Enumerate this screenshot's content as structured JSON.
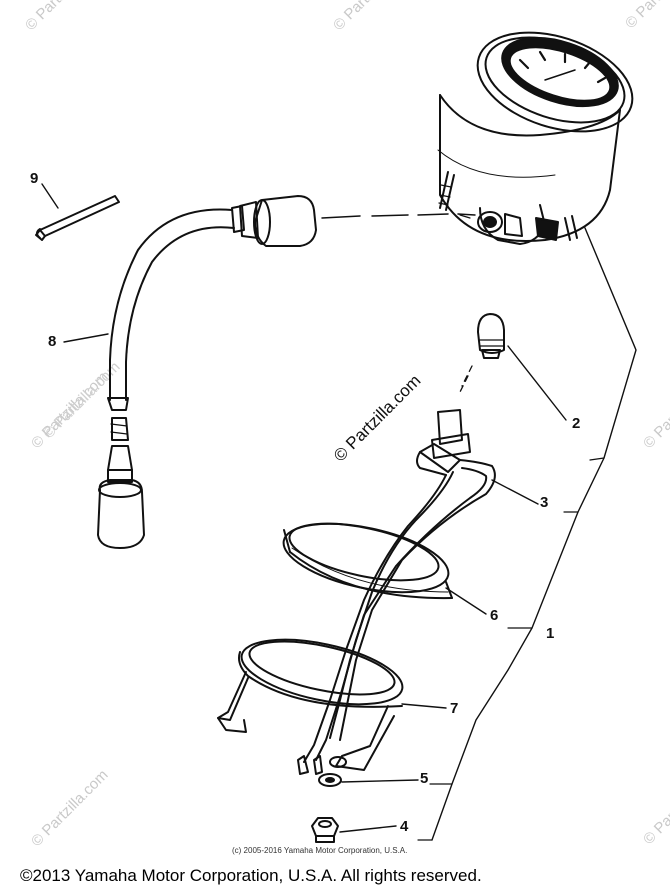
{
  "watermark": {
    "brand": "© Partzilla.com",
    "corner": "© Partzilla.com"
  },
  "callouts": {
    "c1": "1",
    "c2": "2",
    "c3": "3",
    "c4": "4",
    "c5": "5",
    "c6": "6",
    "c7": "7",
    "c8": "8",
    "c9": "9"
  },
  "footer": {
    "small": "(c) 2005-2016 Yamaha Motor Corporation, U.S.A.",
    "main": "©2013 Yamaha Motor Corporation, U.S.A. All rights reserved."
  }
}
